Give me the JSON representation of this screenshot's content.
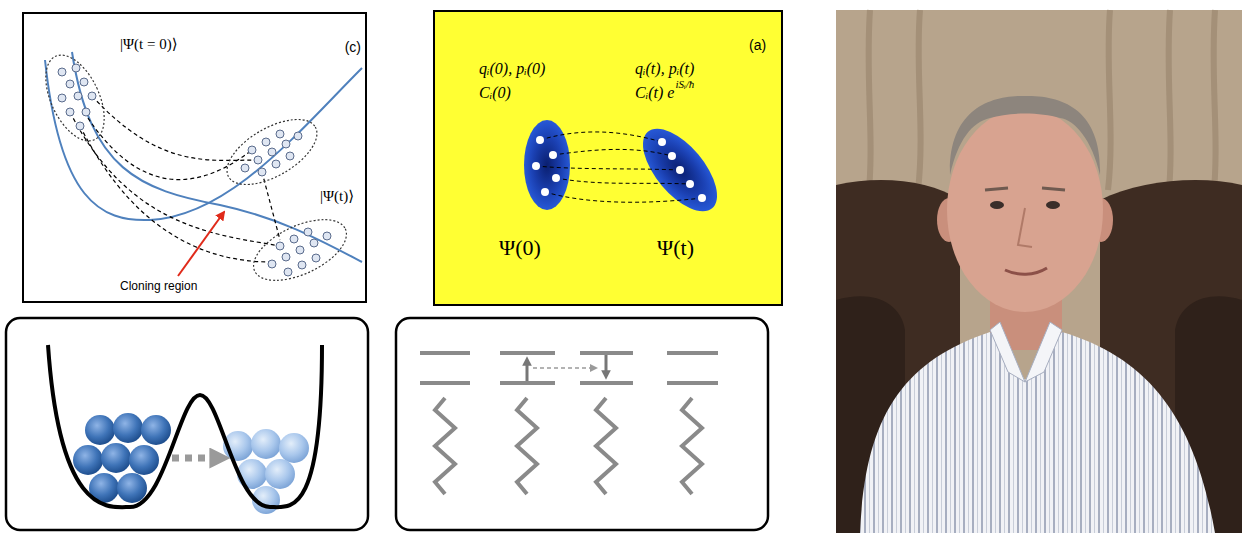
{
  "diagram": {
    "nodes": [
      {
        "text": [
          "(c)",
          "|Ψ(t = 0)⟩",
          "|Ψ(t)⟩",
          "Cloning region"
        ]
      },
      {
        "text": [
          "(a)",
          "qᵢ(0), pᵢ(0)",
          "Cᵢ(0)",
          "qᵢ(t), pᵢ(t)",
          "Cᵢ(t) e",
          "iSᵢ/ħ",
          "Ψ(0)",
          "Ψ(t)"
        ]
      }
    ]
  }
}
